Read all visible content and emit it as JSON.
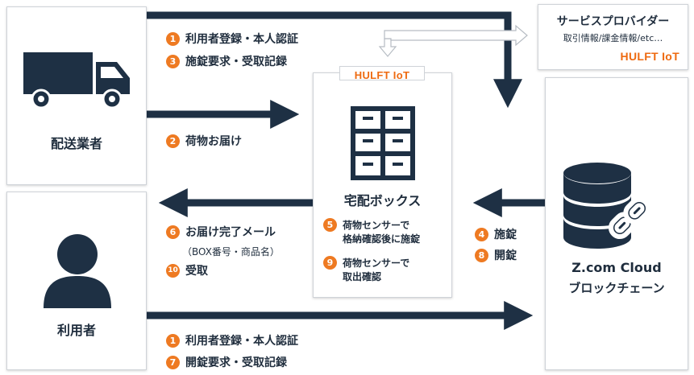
{
  "colors": {
    "arrow": "#1e3044",
    "accent": "#ee7a22",
    "hulft": "#ee6a10",
    "border": "#cfd3d8"
  },
  "icons": {
    "carrier": "delivery-truck-icon",
    "user": "person-icon",
    "box": "locker-cabinet-icon",
    "cloud": "database-chain-icon"
  },
  "carrier": {
    "label": "配送業者"
  },
  "user": {
    "label": "利用者"
  },
  "provider": {
    "title": "サービスプロバイダー",
    "subtitle": "取引情報/課金情報/etc…",
    "brand": "HULFT IoT"
  },
  "box": {
    "brand": "HULFT IoT",
    "title": "宅配ボックス",
    "steps": [
      {
        "num": "5",
        "line1": "荷物センサーで",
        "line2": "格納確認後に施錠"
      },
      {
        "num": "9",
        "line1": "荷物センサーで",
        "line2": "取出確認"
      }
    ]
  },
  "cloud": {
    "line1": "Z.com Cloud",
    "line2": "ブロックチェーン"
  },
  "carrier_steps": [
    {
      "num": "1",
      "text": "利用者登録・本人認証"
    },
    {
      "num": "3",
      "text": "施錠要求・受取記録"
    }
  ],
  "delivery_step": {
    "num": "2",
    "text": "荷物お届け"
  },
  "lock_steps": [
    {
      "num": "4",
      "text": "施錠"
    },
    {
      "num": "8",
      "text": "開錠"
    }
  ],
  "notify_steps": {
    "complete": {
      "num": "6",
      "text": "お届け完了メール"
    },
    "complete_sub": "（BOX番号・商品名）",
    "receive": {
      "num": "10",
      "text": "受取"
    }
  },
  "user_steps": [
    {
      "num": "1",
      "text": "利用者登録・本人認証"
    },
    {
      "num": "7",
      "text": "開錠要求・受取記録"
    }
  ]
}
